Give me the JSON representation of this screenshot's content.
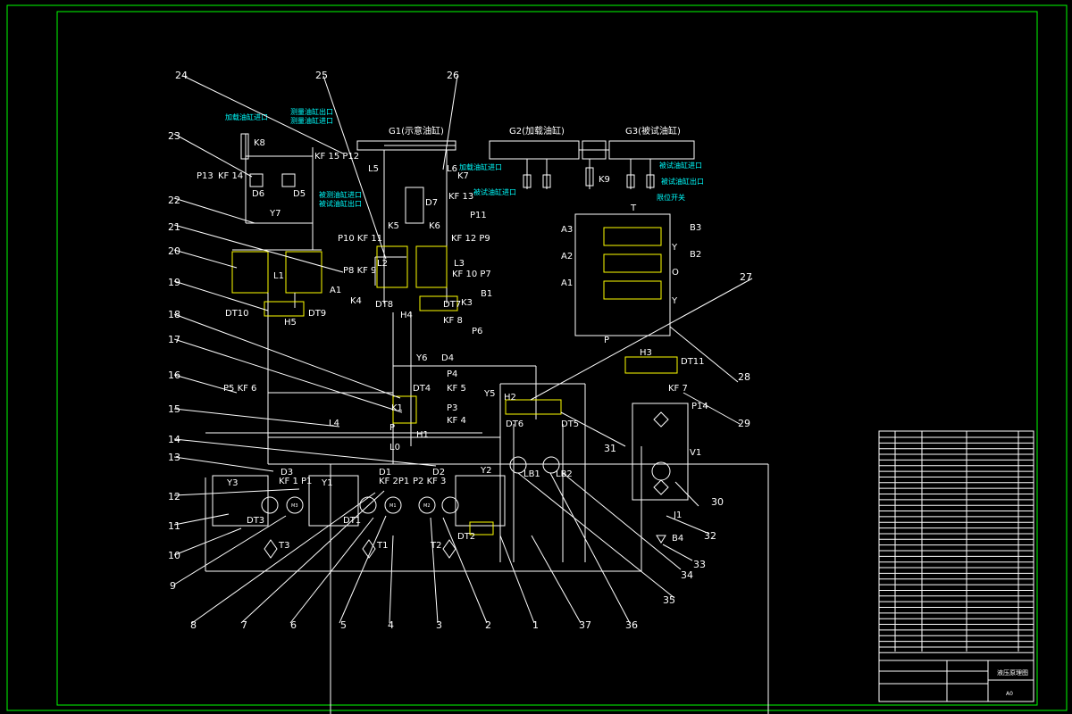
{
  "colors": {
    "background": "#000000",
    "frame": "#00ff00",
    "lines": "#ffffff",
    "notes": "#00ffff",
    "components": "#ffff00"
  },
  "cyan_notes": [
    {
      "id": "n1",
      "text": "加载油缸进口"
    },
    {
      "id": "n2",
      "text": "测量油缸出口"
    },
    {
      "id": "n3",
      "text": "测量油缸进口"
    },
    {
      "id": "n4",
      "text": "被测油缸进口"
    },
    {
      "id": "n5",
      "text": "被试油缸出口"
    },
    {
      "id": "n6",
      "text": "加载油缸进口"
    },
    {
      "id": "n7",
      "text": "被试油缸进口"
    },
    {
      "id": "n8",
      "text": "被试油缸进口"
    },
    {
      "id": "n9",
      "text": "被试油缸出口"
    },
    {
      "id": "n10",
      "text": "限位开关"
    }
  ],
  "cylinders": [
    {
      "id": "g1",
      "label": "G1(示意油缸)"
    },
    {
      "id": "g2",
      "label": "G2(加载油缸)"
    },
    {
      "id": "g3",
      "label": "G3(被试油缸)"
    }
  ],
  "callouts": [
    "1",
    "2",
    "3",
    "4",
    "5",
    "6",
    "7",
    "8",
    "9",
    "10",
    "11",
    "12",
    "13",
    "14",
    "15",
    "16",
    "17",
    "18",
    "19",
    "20",
    "21",
    "22",
    "23",
    "24",
    "25",
    "26",
    "27",
    "28",
    "29",
    "30",
    "31",
    "32",
    "33",
    "34",
    "35",
    "36",
    "37"
  ],
  "labels": {
    "K8": "K8",
    "P13": "P13",
    "KF14": "KF 14",
    "D6": "D6",
    "D5": "D5",
    "KF15P12": "KF 15 P12",
    "Y7": "Y7",
    "L1": "L1",
    "A1a": "A1",
    "P8KF9": "P8  KF 9",
    "K4": "K4",
    "DT10": "DT10",
    "DT9": "DT9",
    "H5": "H5",
    "P5KF6": "P5  KF 6",
    "L5": "L5",
    "L6": "L6",
    "K7": "K7",
    "KF13": "KF 13",
    "P11": "P11",
    "D7": "D7",
    "K5": "K5",
    "K6": "K6",
    "P10KF11": "P10  KF 11",
    "KF12P9": "KF 12  P9",
    "L2": "L2",
    "L3": "L3",
    "KF10P7": "KF 10  P7",
    "B1": "B1",
    "K3": "K3",
    "DT8": "DT8",
    "DT7": "DT7",
    "H4": "H4",
    "KF8": "KF 8",
    "P6": "P6",
    "Y6": "Y6",
    "D4": "D4",
    "P4": "P4",
    "KF5": "KF 5",
    "Y5": "Y5",
    "DT4": "DT4",
    "K1": "K1",
    "P3": "P3",
    "KF4": "KF 4",
    "H1": "H1",
    "P": "P",
    "L4": "L4",
    "L0": "L0",
    "D3": "D3",
    "D1": "D1",
    "D2": "D2",
    "Y3": "Y3",
    "KF1P1": "KF 1  P1",
    "Y1": "Y1",
    "KF2P1": "KF 2P1",
    "P2KF3": "P2  KF 3",
    "Y2": "Y2",
    "M3": "M3",
    "M1": "M1",
    "M2": "M2",
    "DT3": "DT3",
    "DT1": "DT1",
    "DT2": "DT2",
    "T3": "T3",
    "T1": "T1",
    "T2": "T2",
    "H2": "H2",
    "DT6": "DT6",
    "DT5": "DT5",
    "LB1": "LB1",
    "LB2": "LB2",
    "K9": "K9",
    "A3": "A3",
    "A2": "A2",
    "A1b": "A1",
    "B3": "B3",
    "B2": "B2",
    "T": "T",
    "Ya": "Y",
    "Yb": "Y",
    "O": "O",
    "Pv": "P",
    "H3": "H3",
    "DT11": "DT11",
    "KF7": "KF 7",
    "P14": "P14",
    "V1": "V1",
    "J1": "J1",
    "B4": "B4"
  },
  "title_block": {
    "drawing_title": "液压原理图",
    "scale": "A0"
  }
}
